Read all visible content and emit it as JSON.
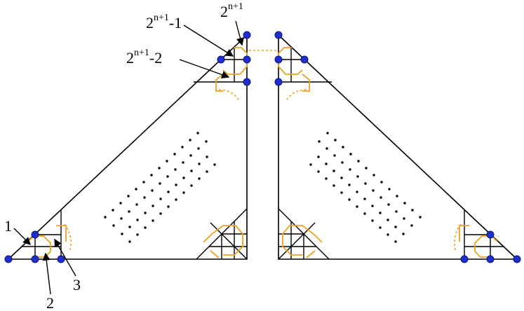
{
  "labels": {
    "n1": "1",
    "n2": "2",
    "n3": "3",
    "top_a_base": "2",
    "top_a_sup": "n+1",
    "top_a_suffix": "-1",
    "top_b_base": "2",
    "top_b_sup": "n+1",
    "top_c_base": "2",
    "top_c_sup": "n+1",
    "top_c_suffix": "-2"
  },
  "colors": {
    "edge": "#000000",
    "path": "#f0a020",
    "node": "#1f2fcc"
  }
}
